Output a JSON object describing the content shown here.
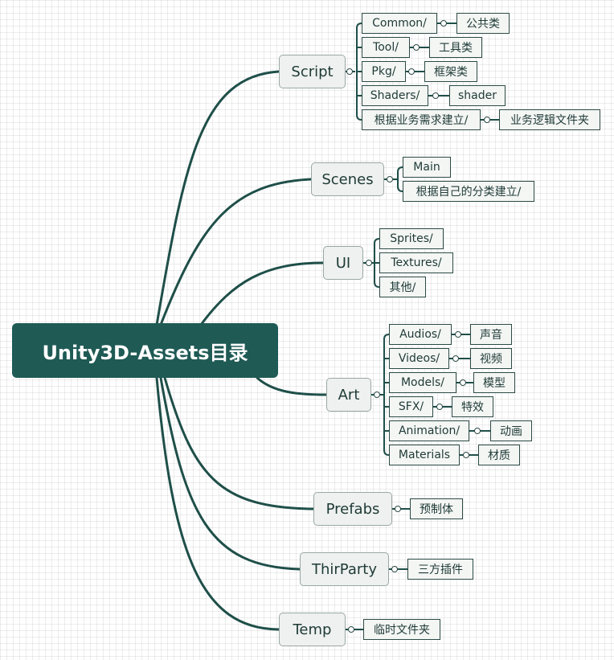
{
  "root": {
    "title": "Unity3D-Assets目录"
  },
  "categories": [
    {
      "label": "Script",
      "children": [
        "Common/",
        "Tool/",
        "Pkg/",
        "Shaders/",
        "根据业务需求建立/"
      ],
      "notes": [
        "公共类",
        "工具类",
        "框架类",
        "shader",
        "业务逻辑文件夹"
      ]
    },
    {
      "label": "Scenes",
      "children": [
        "Main",
        "根据自己的分类建立/"
      ],
      "notes": []
    },
    {
      "label": "UI",
      "children": [
        "Sprites/",
        "Textures/",
        "其他/"
      ],
      "notes": []
    },
    {
      "label": "Art",
      "children": [
        "Audios/",
        "Videos/",
        "Models/",
        "SFX/",
        "Animation/",
        "Materials"
      ],
      "notes": [
        "声音",
        "视频",
        "模型",
        "特效",
        "动画",
        "材质"
      ]
    },
    {
      "label": "Prefabs",
      "children": [
        "预制体"
      ],
      "notes": []
    },
    {
      "label": "ThirParty",
      "children": [
        "三方插件"
      ],
      "notes": []
    },
    {
      "label": "Temp",
      "children": [
        "临时文件夹"
      ],
      "notes": []
    }
  ],
  "colors": {
    "line": "#1f4f49",
    "root_fill": "#1f5a55",
    "node_fill": "#eef1ef"
  }
}
